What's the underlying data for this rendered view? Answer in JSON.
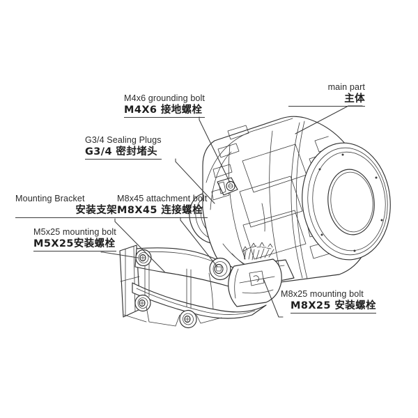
{
  "diagram": {
    "title": "Explosion-proof camera housing parts callout drawing",
    "line_color": "#2f2f2f",
    "text_color": "#262626",
    "background": "#ffffff"
  },
  "callouts": [
    {
      "id": "main-part",
      "en": "main part",
      "cn": "主体",
      "target": "cylindrical housing body"
    },
    {
      "id": "grounding-bolt",
      "en": "M4x6 grounding bolt",
      "cn": "M4X6 接地螺栓",
      "target": "grounding lug on rear cap"
    },
    {
      "id": "sealing-plugs",
      "en": "G3/4  Sealing  Plugs",
      "cn": "G3/4 密封堵头",
      "target": "rear end cap sealing plug"
    },
    {
      "id": "mounting-bracket",
      "en": "Mounting Bracket",
      "cn": "安装支架",
      "target": "wall mounting bracket arm"
    },
    {
      "id": "attachment-bolt",
      "en": "M8x45 attachment bolt",
      "cn": "M8X45 连接螺栓",
      "target": "bracket pivot bolt"
    },
    {
      "id": "mounting-bolt-m5",
      "en": "M5x25 mounting bolt",
      "cn": "M5X25安装螺栓",
      "target": "bracket wall plate bolt"
    },
    {
      "id": "mounting-bolt-m8",
      "en": "M8x25 mounting bolt",
      "cn": "M8X25 安装螺栓",
      "target": "bracket clamp bolt"
    }
  ]
}
